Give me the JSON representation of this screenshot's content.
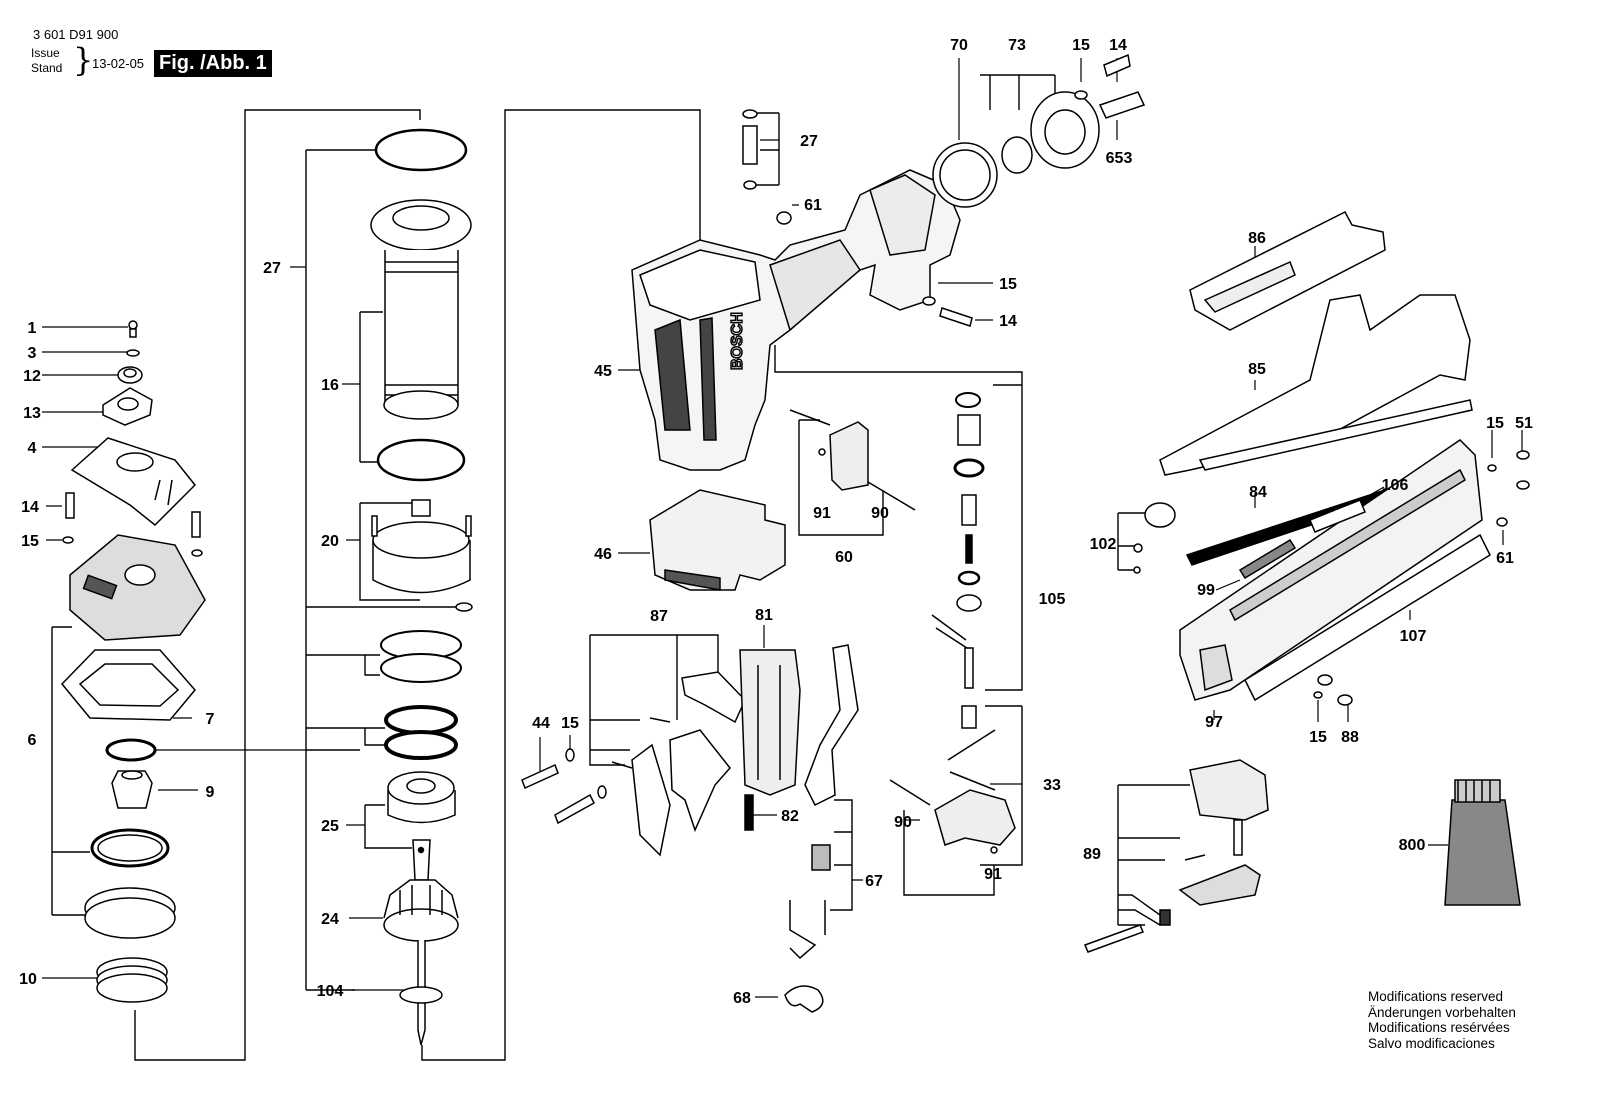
{
  "header": {
    "doc_id": "3 601 D91 900",
    "issue_label": "Issue",
    "stand_label": "Stand",
    "issue_date": "13-02-05",
    "figure_label": "Fig. /Abb. 1"
  },
  "notes": [
    "Modifications reserved",
    "Änderungen vorbehalten",
    "Modifications resérvées",
    "Salvo modificaciones"
  ],
  "brand_mark": "BOSCH",
  "callouts": [
    "1",
    "3",
    "12",
    "13",
    "4",
    "14",
    "15",
    "6",
    "7",
    "9",
    "10",
    "27",
    "16",
    "20",
    "25",
    "24",
    "104",
    "27",
    "61",
    "45",
    "46",
    "87",
    "81",
    "44",
    "15",
    "82",
    "67",
    "68",
    "70",
    "73",
    "15",
    "14",
    "653",
    "15",
    "14",
    "91",
    "90",
    "60",
    "105",
    "33",
    "90",
    "91",
    "86",
    "85",
    "15",
    "51",
    "84",
    "106",
    "102",
    "99",
    "61",
    "107",
    "97",
    "15",
    "88",
    "89",
    "800"
  ]
}
